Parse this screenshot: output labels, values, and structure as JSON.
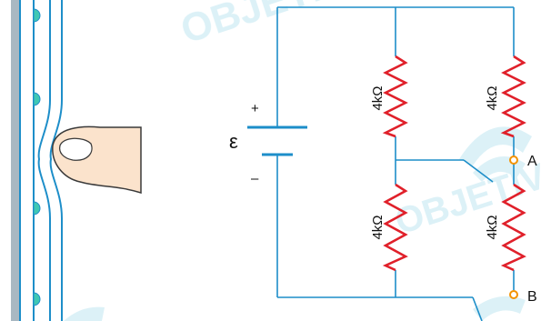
{
  "watermark": {
    "text": "OBJETIVO",
    "color": "#bfe6f0"
  },
  "colors": {
    "wire": "#1d8ec9",
    "resistor": "#e0202a",
    "terminal": "#f39200",
    "finger_fill": "#fbe3cc",
    "finger_stroke": "#3a3a3a",
    "panel_grey": "#a9b8c2"
  },
  "battery": {
    "emf_symbol": "ε",
    "plus": "+",
    "minus": "–"
  },
  "resistors": {
    "top_left": "4kΩ",
    "top_right": "4kΩ",
    "bottom_left": "4kΩ",
    "bottom_right": "4kΩ"
  },
  "terminals": {
    "a": "A",
    "b": "B"
  }
}
